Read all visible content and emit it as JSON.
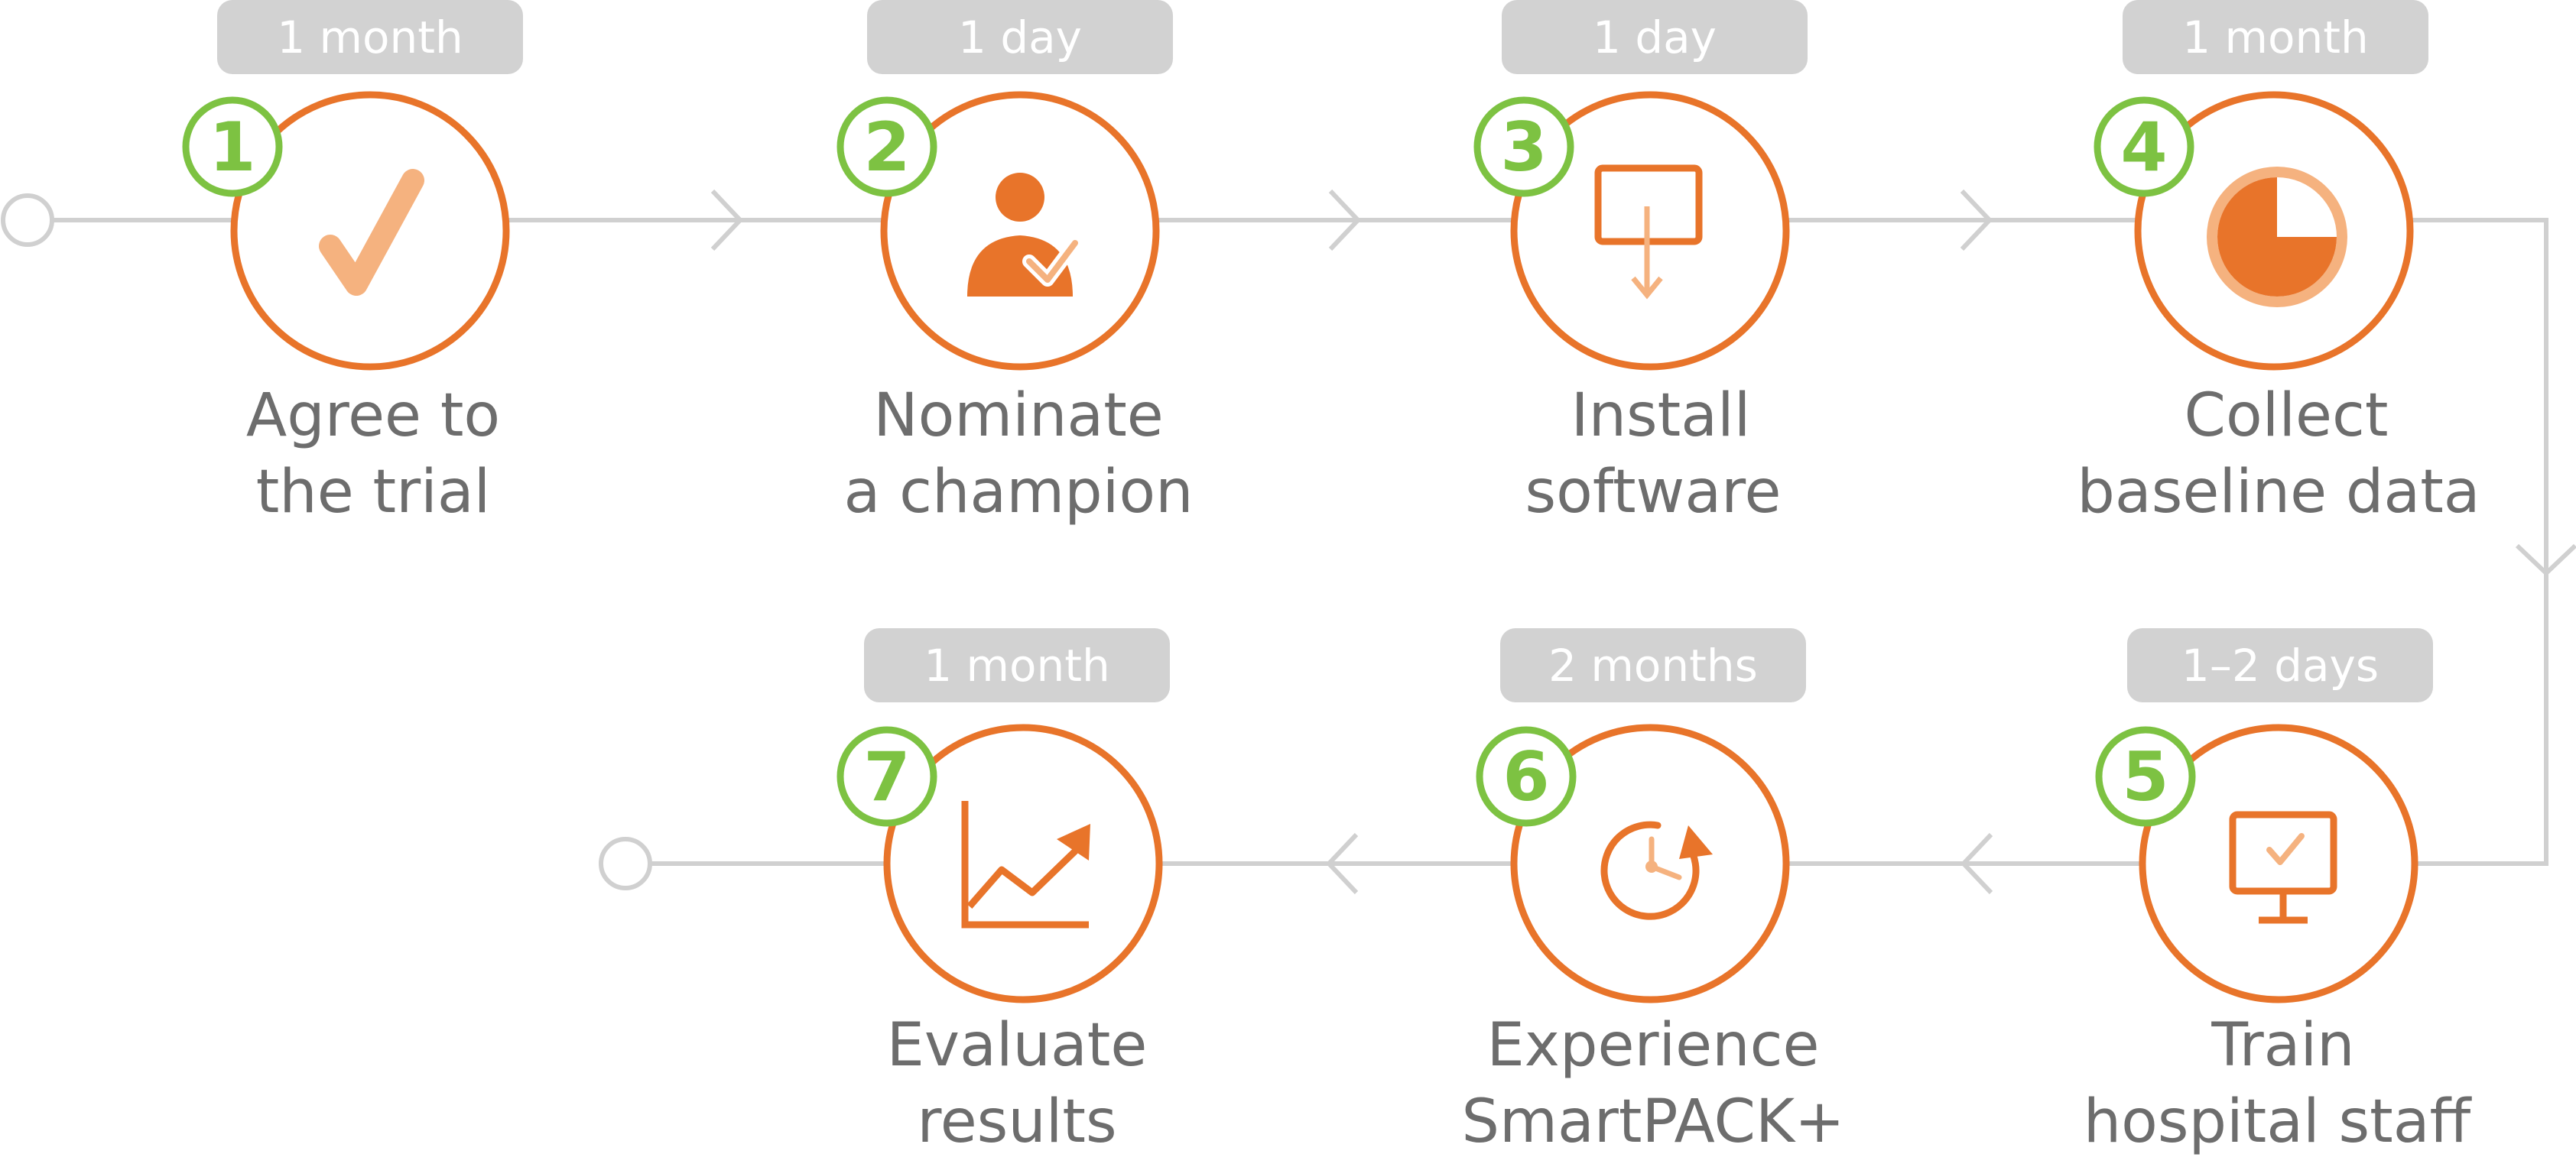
{
  "colors": {
    "accent": "#e8742a",
    "accent_light": "#f5b27f",
    "number": "#7dc242",
    "connector": "#d0d0d0",
    "badge": "#d2d2d2",
    "label": "#6d6d6d"
  },
  "steps": [
    {
      "number": "1",
      "duration": "1 month",
      "label_line1": "Agree to",
      "label_line2": "the trial",
      "icon": "checkmark-icon"
    },
    {
      "number": "2",
      "duration": "1 day",
      "label_line1": "Nominate",
      "label_line2": "a champion",
      "icon": "person-check-icon"
    },
    {
      "number": "3",
      "duration": "1 day",
      "label_line1": "Install",
      "label_line2": "software",
      "icon": "screen-download-icon"
    },
    {
      "number": "4",
      "duration": "1 month",
      "label_line1": "Collect",
      "label_line2": "baseline data",
      "icon": "pie-chart-icon"
    },
    {
      "number": "5",
      "duration": "1–2 days",
      "label_line1": "Train",
      "label_line2": "hospital staff",
      "icon": "monitor-check-icon"
    },
    {
      "number": "6",
      "duration": "2 months",
      "label_line1": "Experience",
      "label_line2": "SmartPACK+",
      "icon": "clock-cycle-icon"
    },
    {
      "number": "7",
      "duration": "1 month",
      "label_line1": "Evaluate",
      "label_line2": "results",
      "icon": "trend-chart-icon"
    }
  ]
}
